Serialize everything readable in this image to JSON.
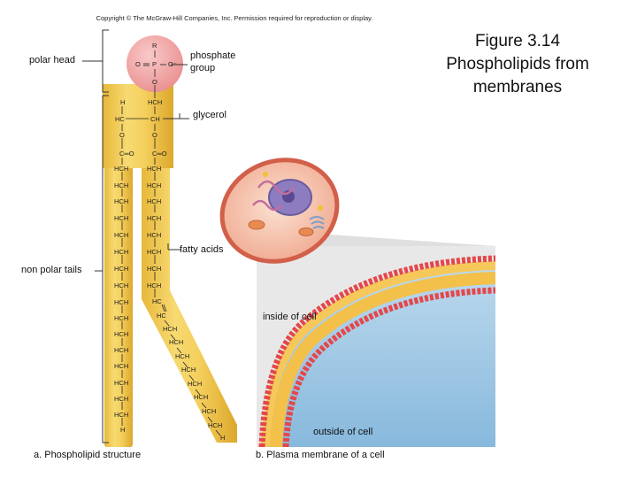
{
  "copyright": "Copyright © The McGraw-Hill Companies, Inc. Permission required for reproduction or display.",
  "figure_title": [
    "Figure 3.14",
    "Phospholipids from",
    "membranes"
  ],
  "labels": {
    "polar_head": "polar head",
    "phosphate_group": [
      "phosphate",
      "group"
    ],
    "glycerol": "glycerol",
    "fatty_acids": "fatty acids",
    "non_polar_tails": "non polar tails",
    "inside_of_cell": "inside of cell",
    "outside_of_cell": "outside of cell"
  },
  "captions": {
    "a": "a. Phospholipid structure",
    "b": "b. Plasma membrane of a cell"
  },
  "chemistry": {
    "R": "R",
    "O_left": "O",
    "P": "P",
    "O_minus": "O⁻",
    "O_bottom": "O",
    "glycerol_top_left": "H",
    "glycerol_top_right": "HCH",
    "glycerol_mid_left": "HC",
    "glycerol_mid_right": "CH",
    "ester_O_left": "O",
    "ester_O_right": "O",
    "carbonyl_left": "C═O",
    "carbonyl_right": "C═O",
    "left_chain": [
      "HCH",
      "HCH",
      "HCH",
      "HCH",
      "HCH",
      "HCH",
      "HCH",
      "HCH",
      "HCH",
      "HCH",
      "HCH",
      "HCH",
      "HCH",
      "HCH",
      "HCH",
      "H"
    ],
    "right_chain_straight": [
      "HCH",
      "HCH",
      "HCH",
      "HCH",
      "HCH",
      "HCH",
      "HCH",
      "HCH"
    ],
    "right_chain_double": [
      "HC",
      "HC"
    ],
    "right_chain_kinked": [
      "HCH",
      "HCH",
      "HCH",
      "HCH",
      "HCH",
      "HCH",
      "HCH",
      "H"
    ]
  },
  "colors": {
    "head": "#f2a3a3",
    "tail": "#f6d56a",
    "membrane": "#e4474a",
    "outside_fluid": "#9cc6e3"
  }
}
